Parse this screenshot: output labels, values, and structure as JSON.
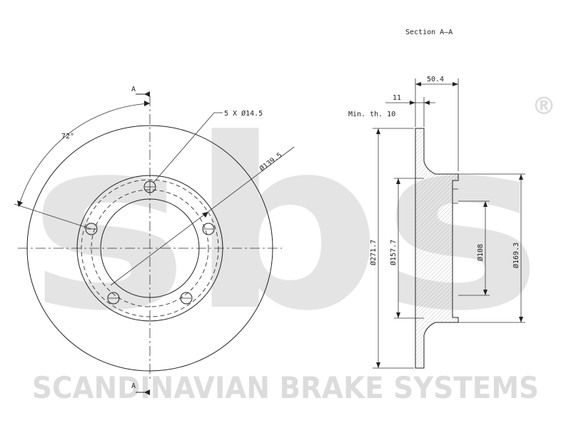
{
  "watermark": {
    "logo_text": "sbs",
    "registered_mark": "®",
    "company": "SCANDINAVIAN BRAKE SYSTEMS"
  },
  "front_view": {
    "section_marker_top": "A",
    "section_marker_bottom": "A",
    "angle_label": "72°",
    "holes_label": "5 X Ø14.5",
    "pcd_label": "Ø139.5"
  },
  "section_view": {
    "title": "Section A–A",
    "overall_height": "50.4",
    "thickness": "11",
    "min_thickness_label": "Min. th. 10",
    "outer_diameter": "Ø271.7",
    "inner_diameter": "Ø157.7",
    "center_bore": "Ø108",
    "hat_diameter": "Ø169.3"
  }
}
